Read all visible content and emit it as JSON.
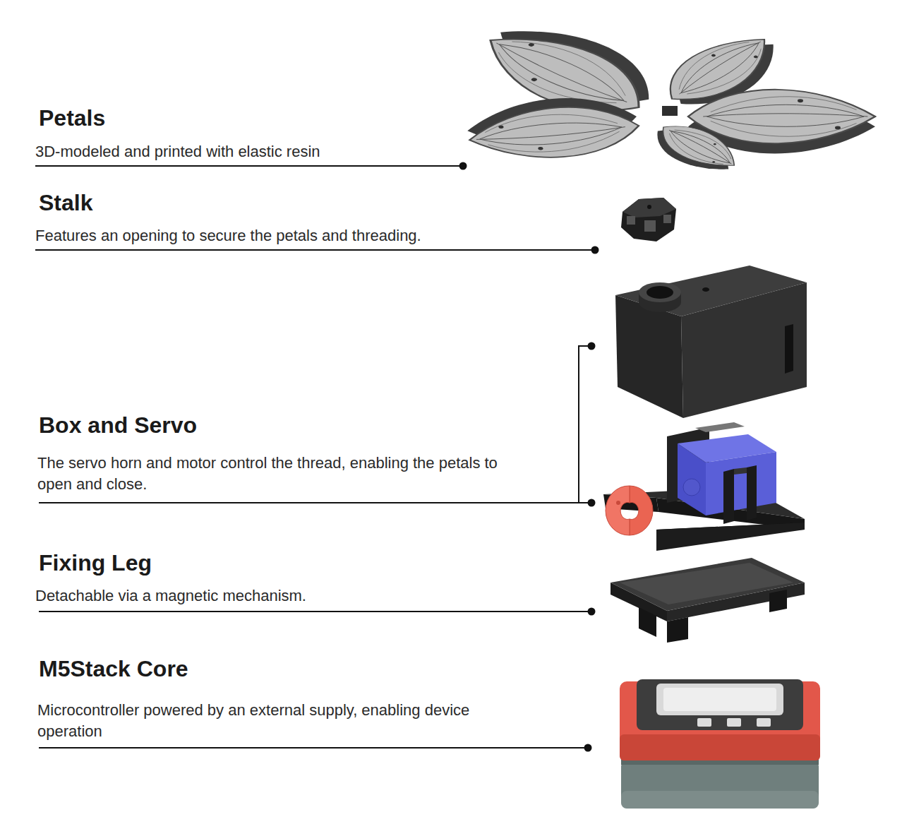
{
  "diagram": {
    "labels": [
      "Petals",
      "3D-modeled and printed with elastic resin",
      "Stalk",
      "Features an opening to secure the petals and threading.",
      "Box and Servo",
      "The servo horn and motor control the thread, enabling the petals to open and close.",
      "Fixing Leg",
      "Detachable via a magnetic mechanism.",
      "M5Stack Core",
      "Microcontroller powered by an external supply, enabling device operation"
    ]
  }
}
